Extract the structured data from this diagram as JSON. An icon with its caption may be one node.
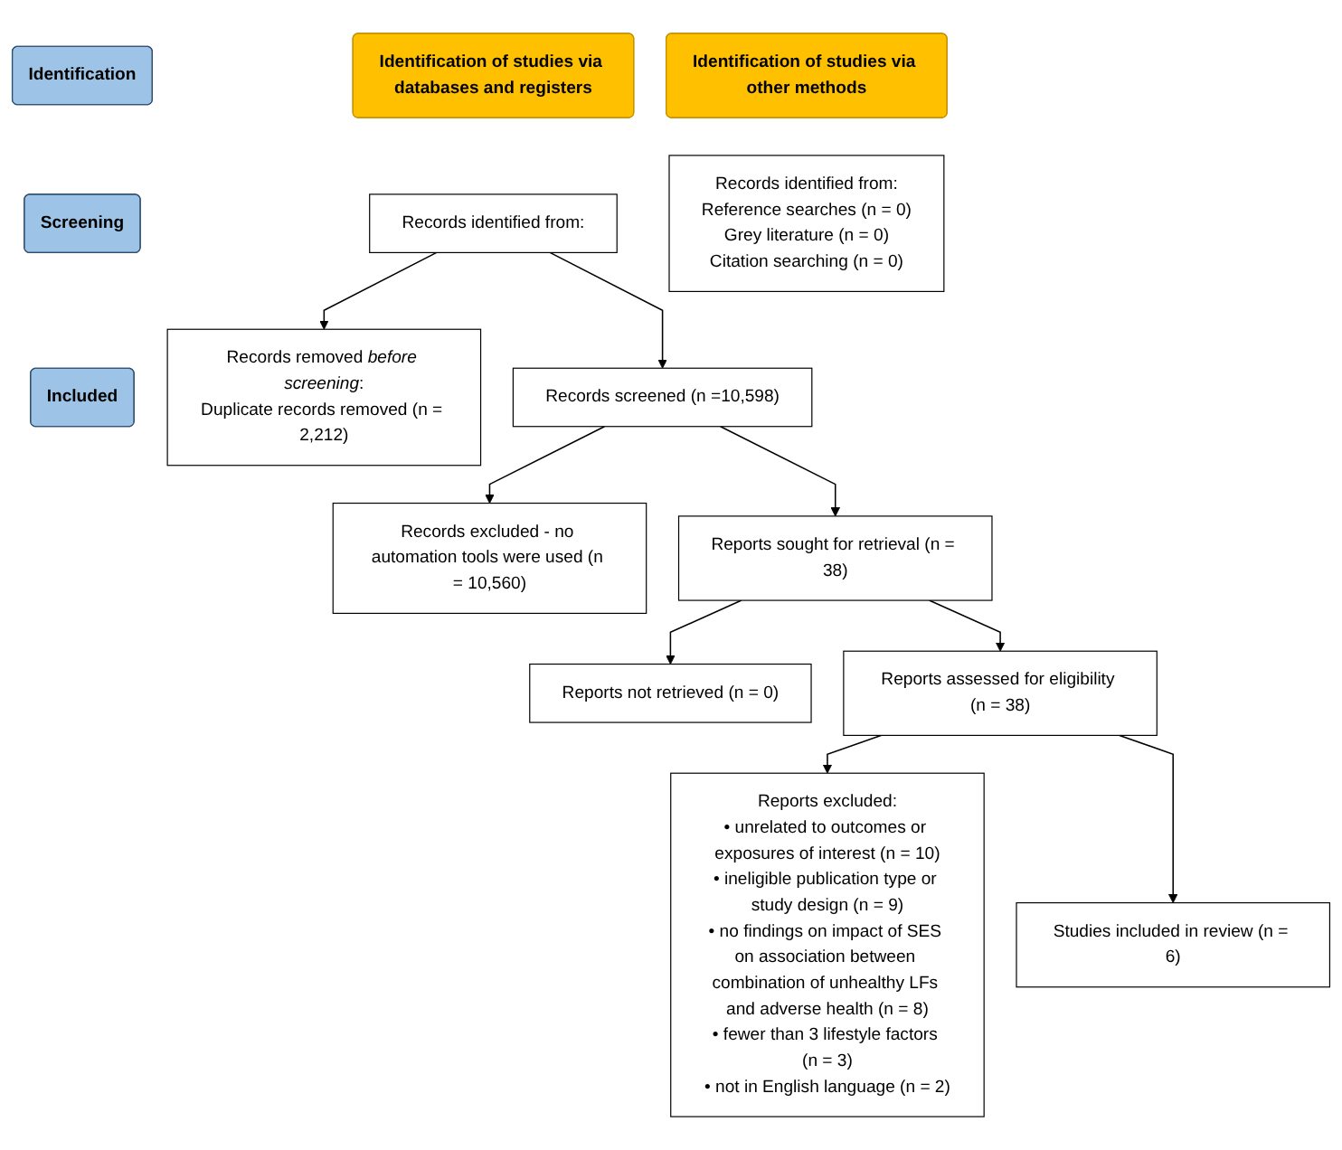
{
  "diagram": {
    "nodes": [
      {
        "text": [
          "Identification of studies via databases and registers"
        ]
      },
      {
        "text": [
          "Identification of studies via other methods"
        ]
      },
      {
        "text": [
          "Identification"
        ]
      },
      {
        "text": [
          "Screening"
        ]
      },
      {
        "text": [
          "Included"
        ]
      },
      {
        "text": [
          "Records identified from:"
        ]
      },
      {
        "text": [
          "Records removed *before screening*:",
          "Duplicate records removed (n = 2,212)"
        ]
      },
      {
        "text": [
          "Records identified from:",
          "Reference searches (n = 0)",
          "Grey literature (n = 0)",
          "Citation searching (n = 0)"
        ]
      },
      {
        "text": [
          "Records screened (n =10,598)"
        ]
      },
      {
        "text": [
          "Records excluded - no automation tools were used (n = 10,560)"
        ]
      },
      {
        "text": [
          "Reports sought for retrieval (n = 38)"
        ]
      },
      {
        "text": [
          "Reports not retrieved (n = 0)"
        ]
      },
      {
        "text": [
          "Reports assessed for eligibility (n = 38)"
        ]
      },
      {
        "text": [
          "Reports excluded:",
          "• unrelated to outcomes or exposures of interest (n = 10)",
          "• ineligible publication type or study design (n = 9)",
          "• no findings on impact of SES on association between combination of unhealthy LFs and adverse health (n = 8)",
          "• fewer than 3 lifestyle factors (n = 3)",
          "• not in English language (n = 2)"
        ]
      },
      {
        "text": [
          "Studies included in review (n = 6)"
        ]
      }
    ],
    "edges": [
      {
        "from": 5,
        "to": 6,
        "arrow": "to"
      },
      {
        "from": 5,
        "to": 8,
        "arrow": "to"
      },
      {
        "from": 8,
        "to": 9,
        "arrow": "to"
      },
      {
        "from": 8,
        "to": 10,
        "arrow": "to"
      },
      {
        "from": 10,
        "to": 11,
        "arrow": "to"
      },
      {
        "from": 10,
        "to": 12,
        "arrow": "to"
      },
      {
        "from": 12,
        "to": 13,
        "arrow": "to"
      },
      {
        "from": 12,
        "to": 14,
        "arrow": "to"
      }
    ]
  }
}
